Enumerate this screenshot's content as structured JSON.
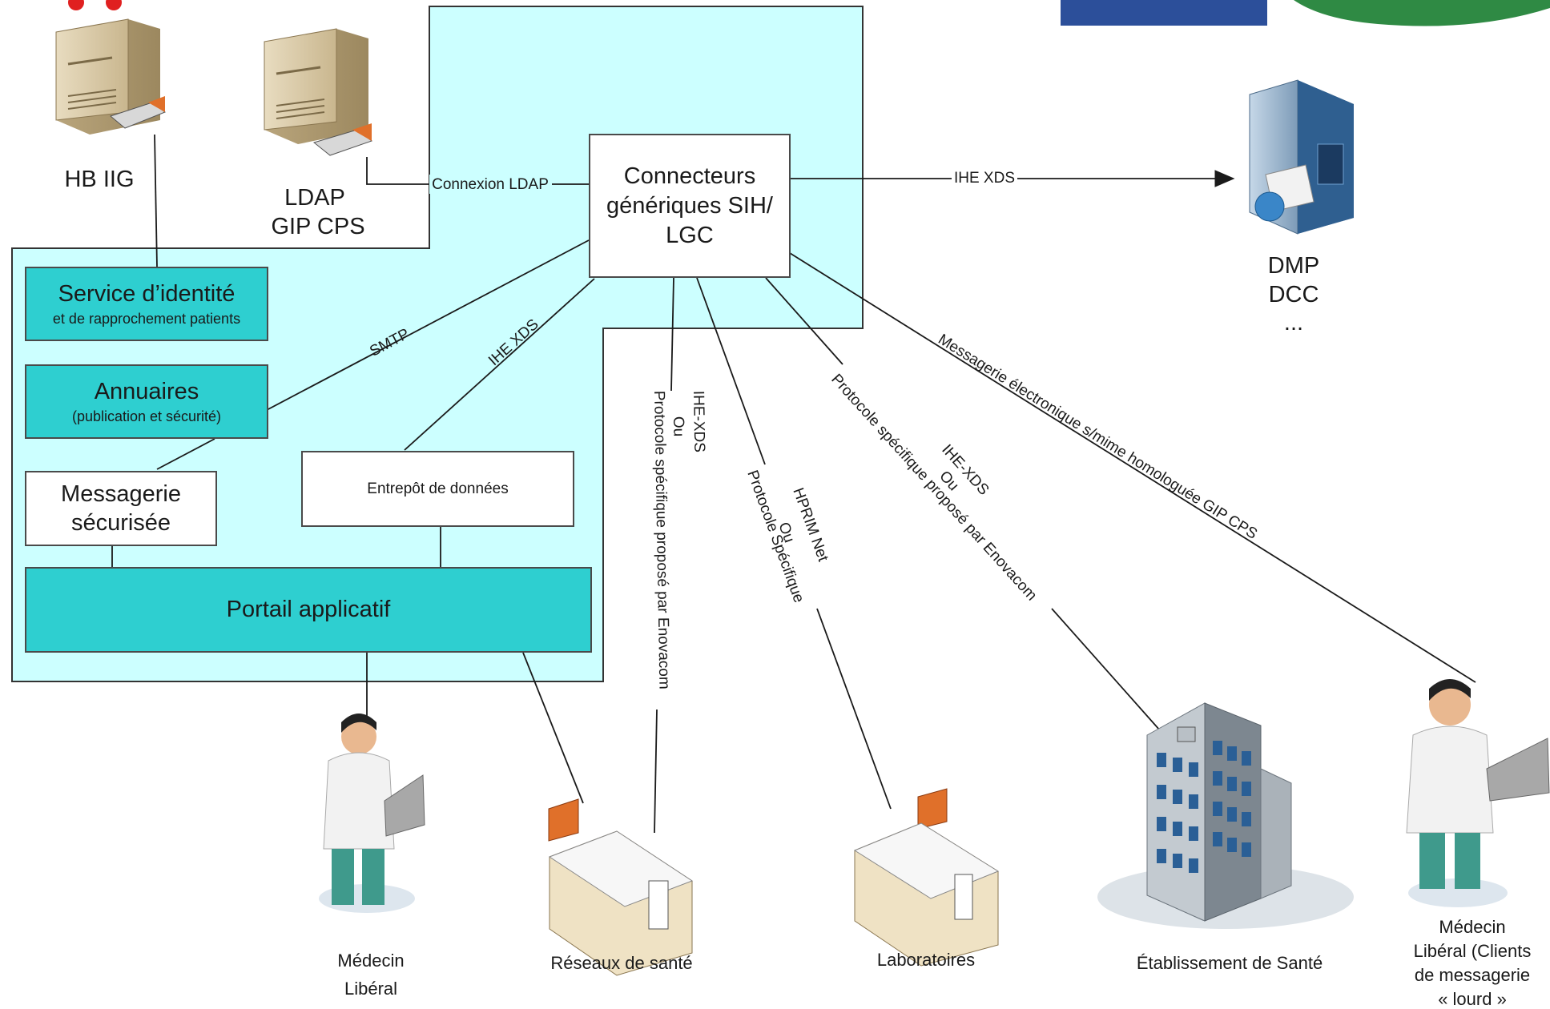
{
  "servers": {
    "hb_iig": "HB IIG",
    "ldap_line1": "LDAP",
    "ldap_line2": "GIP CPS",
    "dmp_line1": "DMP",
    "dmp_line2": "DCC",
    "dmp_line3": "..."
  },
  "boxes": {
    "connecteurs_line1": "Connecteurs",
    "connecteurs_line2": "génériques SIH/",
    "connecteurs_line3": "LGC",
    "service_identite_title": "Service d’identité",
    "service_identite_sub": "et de rapprochement patients",
    "annuaires_title": "Annuaires",
    "annuaires_sub": "(publication et sécurité)",
    "messagerie_line1": "Messagerie",
    "messagerie_line2": "sécurisée",
    "entrepot": "Entrepôt de données",
    "portail": "Portail applicatif"
  },
  "connections": {
    "connexion_ldap": "Connexion LDAP",
    "ihe_xds_dmp": "IHE XDS",
    "smtp": "SMTP",
    "ihe_xds_entrepot": "IHE XDS",
    "reseaux_line1": "IHE-XDS",
    "reseaux_line2": "Ou",
    "reseaux_line3": "Protocole spécifique proposé par Enovacom",
    "labo_line1": "HPRIM Net",
    "labo_line2": "Ou",
    "labo_line3": "Protocole Spécifique",
    "etab_line1": "IHE-XDS",
    "etab_line2": "Ou",
    "etab_line3": "Protocole spécifique proposé par Enovacom",
    "messagerie_lourd": "Messagerie électronique s/mime homologuée GIP CPS"
  },
  "actors": {
    "medecin_line1": "Médecin",
    "medecin_line2": "Libéral",
    "reseaux": "Réseaux de santé",
    "laboratoires": "Laboratoires",
    "etablissement": "Établissement de Santé",
    "lourd_line1": "Médecin",
    "lourd_line2": "Libéral (Clients",
    "lourd_line3": "de messagerie",
    "lourd_line4": "« lourd »"
  }
}
